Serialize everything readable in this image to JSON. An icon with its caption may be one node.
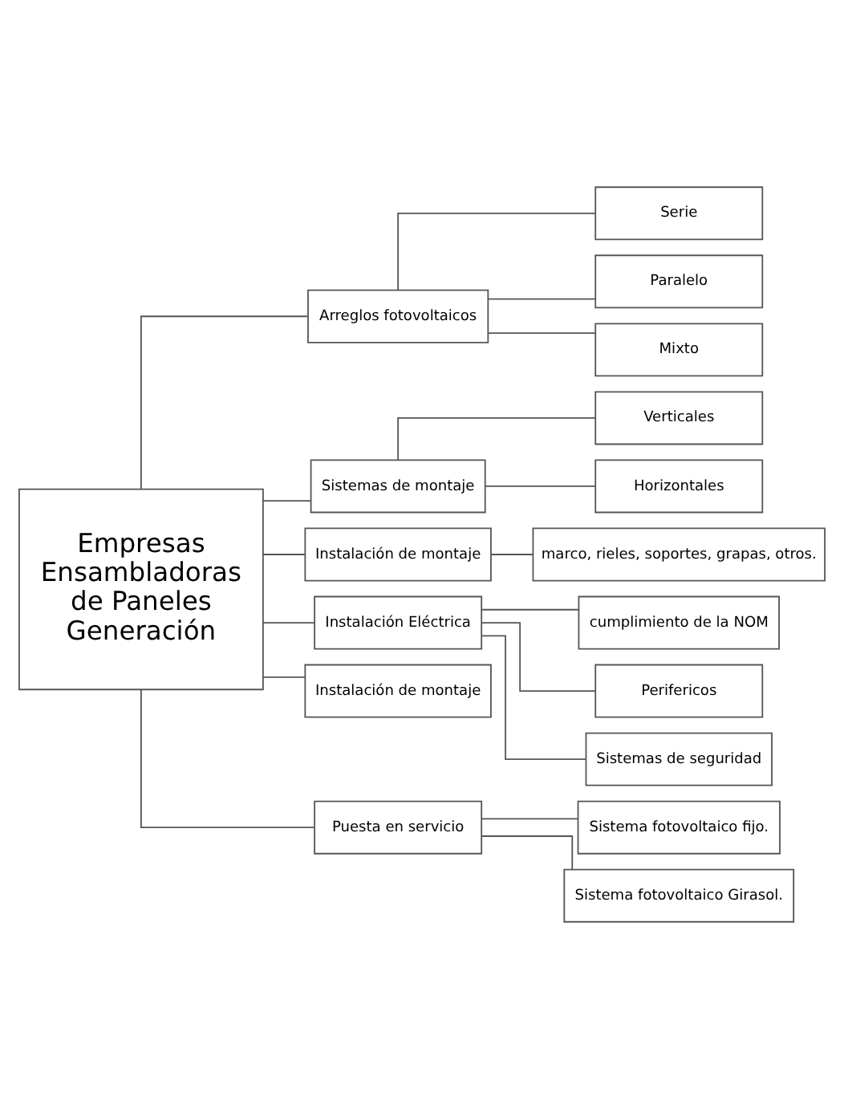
{
  "diagram": {
    "nodes": [
      {
        "text": [
          "Empresas Ensambladoras de Paneles Generación"
        ]
      },
      {
        "text": [
          "Arreglos fotovoltaicos"
        ]
      },
      {
        "text": [
          "Serie"
        ]
      },
      {
        "text": [
          "Paralelo"
        ]
      },
      {
        "text": [
          "Mixto"
        ]
      },
      {
        "text": [
          "Sistemas de montaje"
        ]
      },
      {
        "text": [
          "Verticales"
        ]
      },
      {
        "text": [
          "Horizontales"
        ]
      },
      {
        "text": [
          "Instalación de montaje"
        ]
      },
      {
        "text": [
          "marco, rieles, soportes, grapas, otros."
        ]
      },
      {
        "text": [
          "Instalación Eléctrica"
        ]
      },
      {
        "text": [
          "cumplimiento de la NOM"
        ]
      },
      {
        "text": [
          "Perifericos"
        ]
      },
      {
        "text": [
          "Sistemas de seguridad"
        ]
      },
      {
        "text": [
          "Instalación de montaje"
        ]
      },
      {
        "text": [
          "Puesta en servicio"
        ]
      },
      {
        "text": [
          "Sistema fotovoltaico fijo."
        ]
      },
      {
        "text": [
          "Sistema fotovoltaico Girasol."
        ]
      }
    ],
    "edges": [
      {
        "from": 0,
        "to": 1,
        "arrow": "none"
      },
      {
        "from": 1,
        "to": 2,
        "arrow": "none"
      },
      {
        "from": 1,
        "to": 3,
        "arrow": "none"
      },
      {
        "from": 1,
        "to": 4,
        "arrow": "none"
      },
      {
        "from": 0,
        "to": 5,
        "arrow": "none"
      },
      {
        "from": 5,
        "to": 6,
        "arrow": "none"
      },
      {
        "from": 5,
        "to": 7,
        "arrow": "none"
      },
      {
        "from": 0,
        "to": 8,
        "arrow": "none"
      },
      {
        "from": 8,
        "to": 9,
        "arrow": "none"
      },
      {
        "from": 0,
        "to": 10,
        "arrow": "none"
      },
      {
        "from": 10,
        "to": 11,
        "arrow": "none"
      },
      {
        "from": 10,
        "to": 12,
        "arrow": "none"
      },
      {
        "from": 10,
        "to": 13,
        "arrow": "none"
      },
      {
        "from": 0,
        "to": 14,
        "arrow": "none"
      },
      {
        "from": 0,
        "to": 15,
        "arrow": "none"
      },
      {
        "from": 15,
        "to": 16,
        "arrow": "none"
      },
      {
        "from": 15,
        "to": 17,
        "arrow": "none"
      }
    ]
  }
}
